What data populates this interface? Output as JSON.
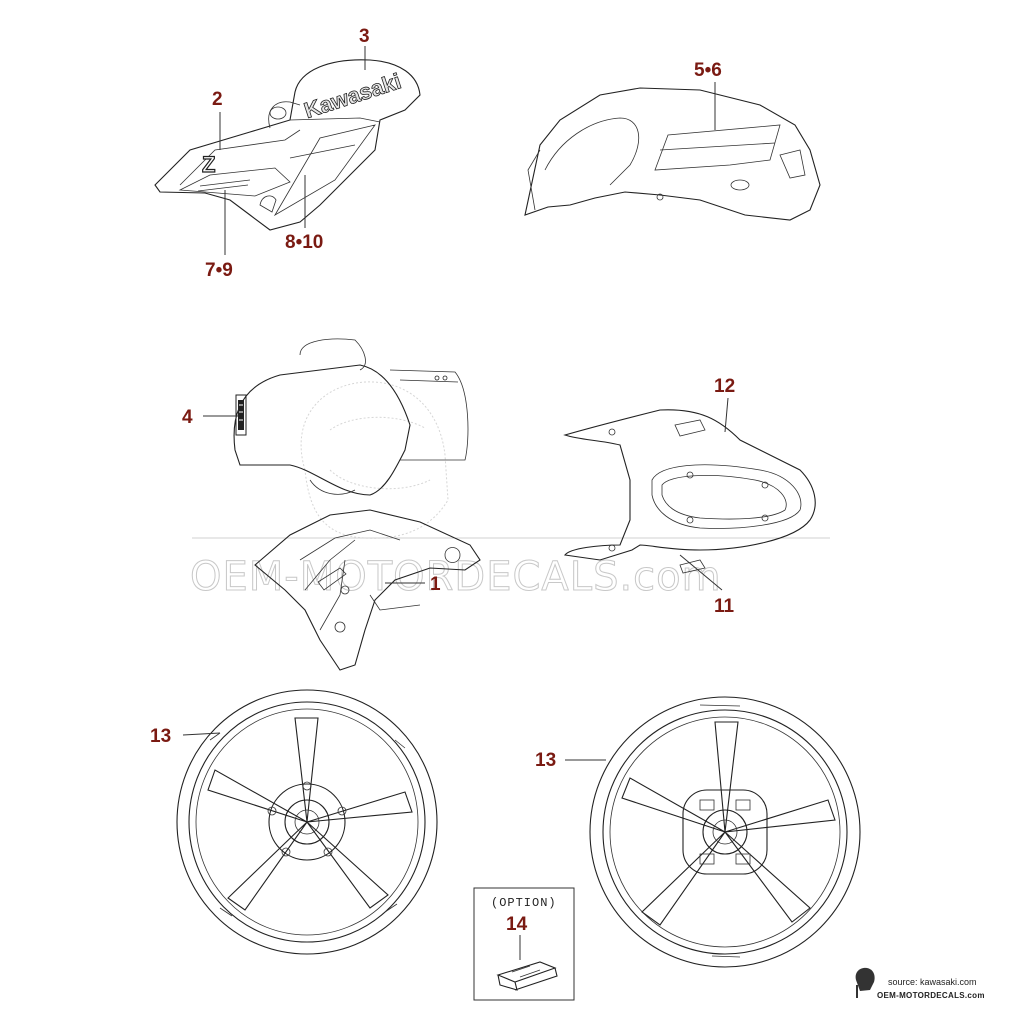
{
  "colors": {
    "callout": "#7a1a12",
    "line": "#222222",
    "watermark": "#c8c8c8",
    "decal_fill": "#e6e6e6"
  },
  "watermark": {
    "text": "OEM-MOTORDECALS.com"
  },
  "tank_decal": {
    "brand": "Kawasaki",
    "logo_letter": "Z"
  },
  "callouts": {
    "c1": "1",
    "c2": "2",
    "c3": "3",
    "c4": "4",
    "c5_6": "5•6",
    "c7_9": "7•9",
    "c8_10": "8•10",
    "c11": "11",
    "c12": "12",
    "c13_front": "13",
    "c13_rear": "13",
    "c14": "14"
  },
  "option_box": {
    "label": "(OPTION)"
  },
  "credits": {
    "source": "source: kawasaki.com",
    "site": "OEM-MOTORDECALS.com"
  },
  "icons": {
    "credit_logo": "helmet-logo-icon"
  }
}
